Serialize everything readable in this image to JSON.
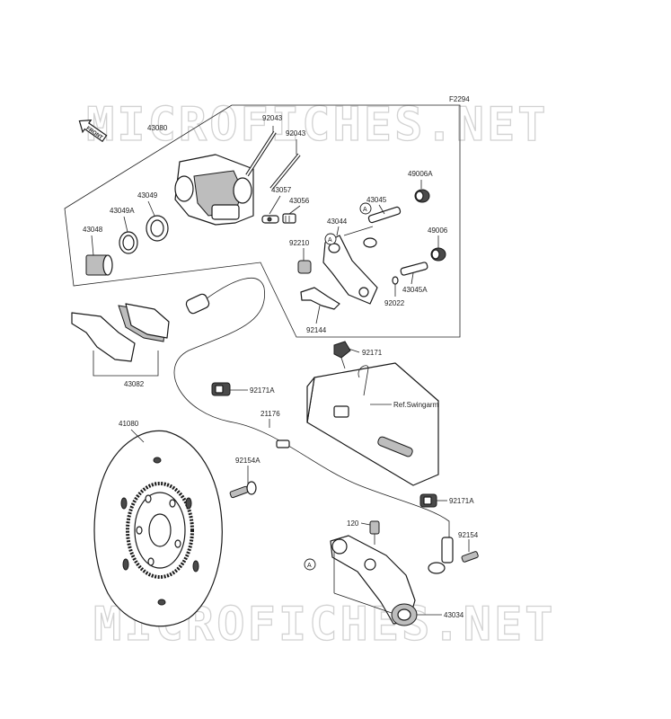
{
  "figure_code": "F2294",
  "watermark": "MICROFICHES.NET",
  "front_badge": "FRONT",
  "callout_a": "A",
  "ref_note": "Ref.Swingarm",
  "parts": {
    "p43080": "43080",
    "p92043a": "92043",
    "p92043b": "92043",
    "p43049": "43049",
    "p43049A": "43049A",
    "p43048": "43048",
    "p43057": "43057",
    "p43056": "43056",
    "p49006A": "49006A",
    "p43045": "43045",
    "p43044": "43044",
    "p49006": "49006",
    "p92210": "92210",
    "p43045A": "43045A",
    "p92022": "92022",
    "p92144": "92144",
    "p92171": "92171",
    "p92171A_top": "92171A",
    "p43082": "43082",
    "p21176": "21176",
    "p41080": "41080",
    "p92154A": "92154A",
    "p92171A_bottom": "92171A",
    "p120": "120",
    "p92154": "92154",
    "p43034": "43034"
  }
}
